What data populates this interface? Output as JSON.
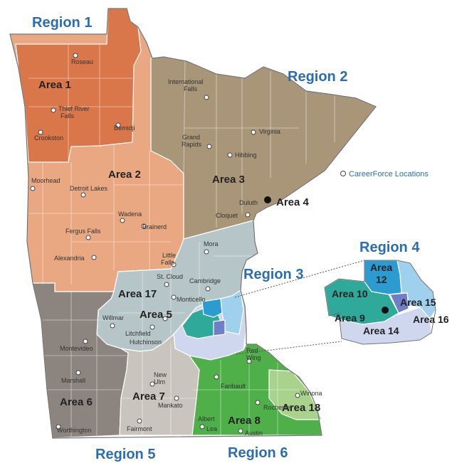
{
  "colors": {
    "region1": "#e9a882",
    "area1": "#d9774a",
    "region2": "#a99678",
    "region3": "#b6c6c8",
    "region4_teal": "#2ea99a",
    "region4_blue": "#2b9bd0",
    "region4_lightblue": "#9fd1ee",
    "region4_purple": "#6f7fc7",
    "region4_lavender": "#cfd7ee",
    "region5_dark": "#8c857f",
    "region5_light": "#c9c4bd",
    "region6_green": "#4fb04a",
    "region6_lightgreen": "#a9d38c",
    "region_text": "#2a6db0",
    "outline": "#6e6e6e"
  },
  "regions": [
    {
      "label": "Region 1"
    },
    {
      "label": "Region 2"
    },
    {
      "label": "Region 3"
    },
    {
      "label": "Region 4"
    },
    {
      "label": "Region 5"
    },
    {
      "label": "Region 6"
    }
  ],
  "areas": [
    {
      "label": "Area 1"
    },
    {
      "label": "Area 2"
    },
    {
      "label": "Area 3"
    },
    {
      "label": "Area 4"
    },
    {
      "label": "Area 17"
    },
    {
      "label": "Area 5"
    },
    {
      "label": "Area 6"
    },
    {
      "label": "Area 7"
    },
    {
      "label": "Area 8"
    },
    {
      "label": "Area 18"
    }
  ],
  "inset_areas": [
    {
      "label": "Area"
    },
    {
      "label": "12"
    },
    {
      "label": "Area 10"
    },
    {
      "label": "Area 15"
    },
    {
      "label": "Area 9"
    },
    {
      "label": "Area 16"
    },
    {
      "label": "Area 14"
    }
  ],
  "cities": [
    "Roseau",
    "Thief River",
    "Falls",
    "Crookston",
    "Bemidji",
    "Moorhead",
    "Detroit Lakes",
    "Wadena",
    "Brainerd",
    "Fergus Falls",
    "Alexandria",
    "Little",
    "Falls",
    "International",
    "Falls",
    "Virginia",
    "Grand",
    "Rapids",
    "Hibbing",
    "Duluth",
    "Cloquet",
    "Mora",
    "St. Cloud",
    "Cambridge",
    "Monticello",
    "Willmar",
    "Litchfield",
    "Hutchinson",
    "Montevideo",
    "Marshall",
    "Worthington",
    "New",
    "Ulm",
    "Mankato",
    "Fairmont",
    "Red",
    "Wing",
    "Faribault",
    "Rochester",
    "Winona",
    "Albert",
    "Lea",
    "Austin"
  ],
  "legend": {
    "icon": "location-dot-icon",
    "label": "CareerForce Locations"
  }
}
